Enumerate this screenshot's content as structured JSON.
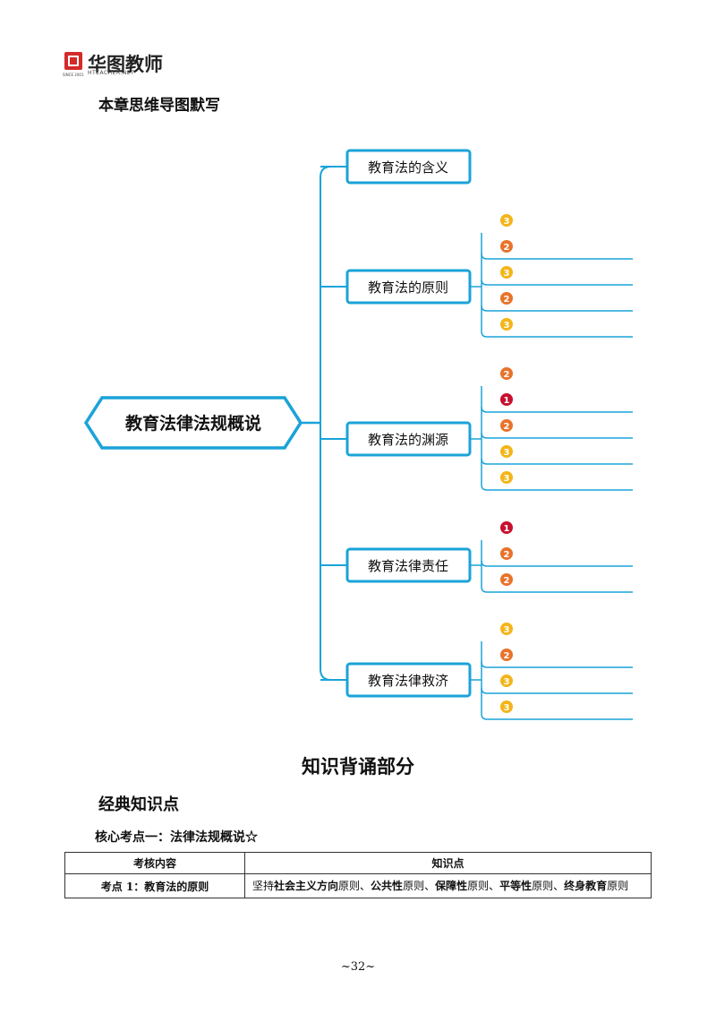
{
  "header": {
    "logo_text": "华图教师",
    "logo_sub": "HTEACHER.NET",
    "logo_since": "SINCE 2001"
  },
  "chapter_title": "本章思维导图默写",
  "mindmap": {
    "root": "教育法律法规概说",
    "branches": [
      {
        "label": "教育法的含义",
        "children": []
      },
      {
        "label": "教育法的原则",
        "children": [
          "3",
          "2",
          "3",
          "2",
          "3"
        ]
      },
      {
        "label": "教育法的渊源",
        "children": [
          "2",
          "1",
          "2",
          "3",
          "3"
        ]
      },
      {
        "label": "教育法律责任",
        "children": [
          "1",
          "2",
          "2"
        ]
      },
      {
        "label": "教育法律救济",
        "children": [
          "3",
          "2",
          "3",
          "3"
        ]
      }
    ],
    "colors": {
      "line": "#1aa3d8",
      "badge_1": "#c8102e",
      "badge_2": "#e8732a",
      "badge_3": "#f3b51a"
    }
  },
  "section_title": "知识背诵部分",
  "sub_title": "经典知识点",
  "core_title": "核心考点一：法律法规概说☆",
  "table": {
    "headers": [
      "考核内容",
      "知识点"
    ],
    "rows": [
      {
        "topic": "考点 1：教育法的原则",
        "segments": [
          {
            "text": "坚持",
            "bold": false
          },
          {
            "text": "社会主义方向",
            "bold": true
          },
          {
            "text": "原则、",
            "bold": false
          },
          {
            "text": "公共性",
            "bold": true
          },
          {
            "text": "原则、",
            "bold": false
          },
          {
            "text": "保障性",
            "bold": true
          },
          {
            "text": "原则、",
            "bold": false
          },
          {
            "text": "平等性",
            "bold": true
          },
          {
            "text": "原则、",
            "bold": false
          },
          {
            "text": "终身教育",
            "bold": true
          },
          {
            "text": "原则",
            "bold": false
          }
        ]
      }
    ]
  },
  "page_number": "~32~"
}
